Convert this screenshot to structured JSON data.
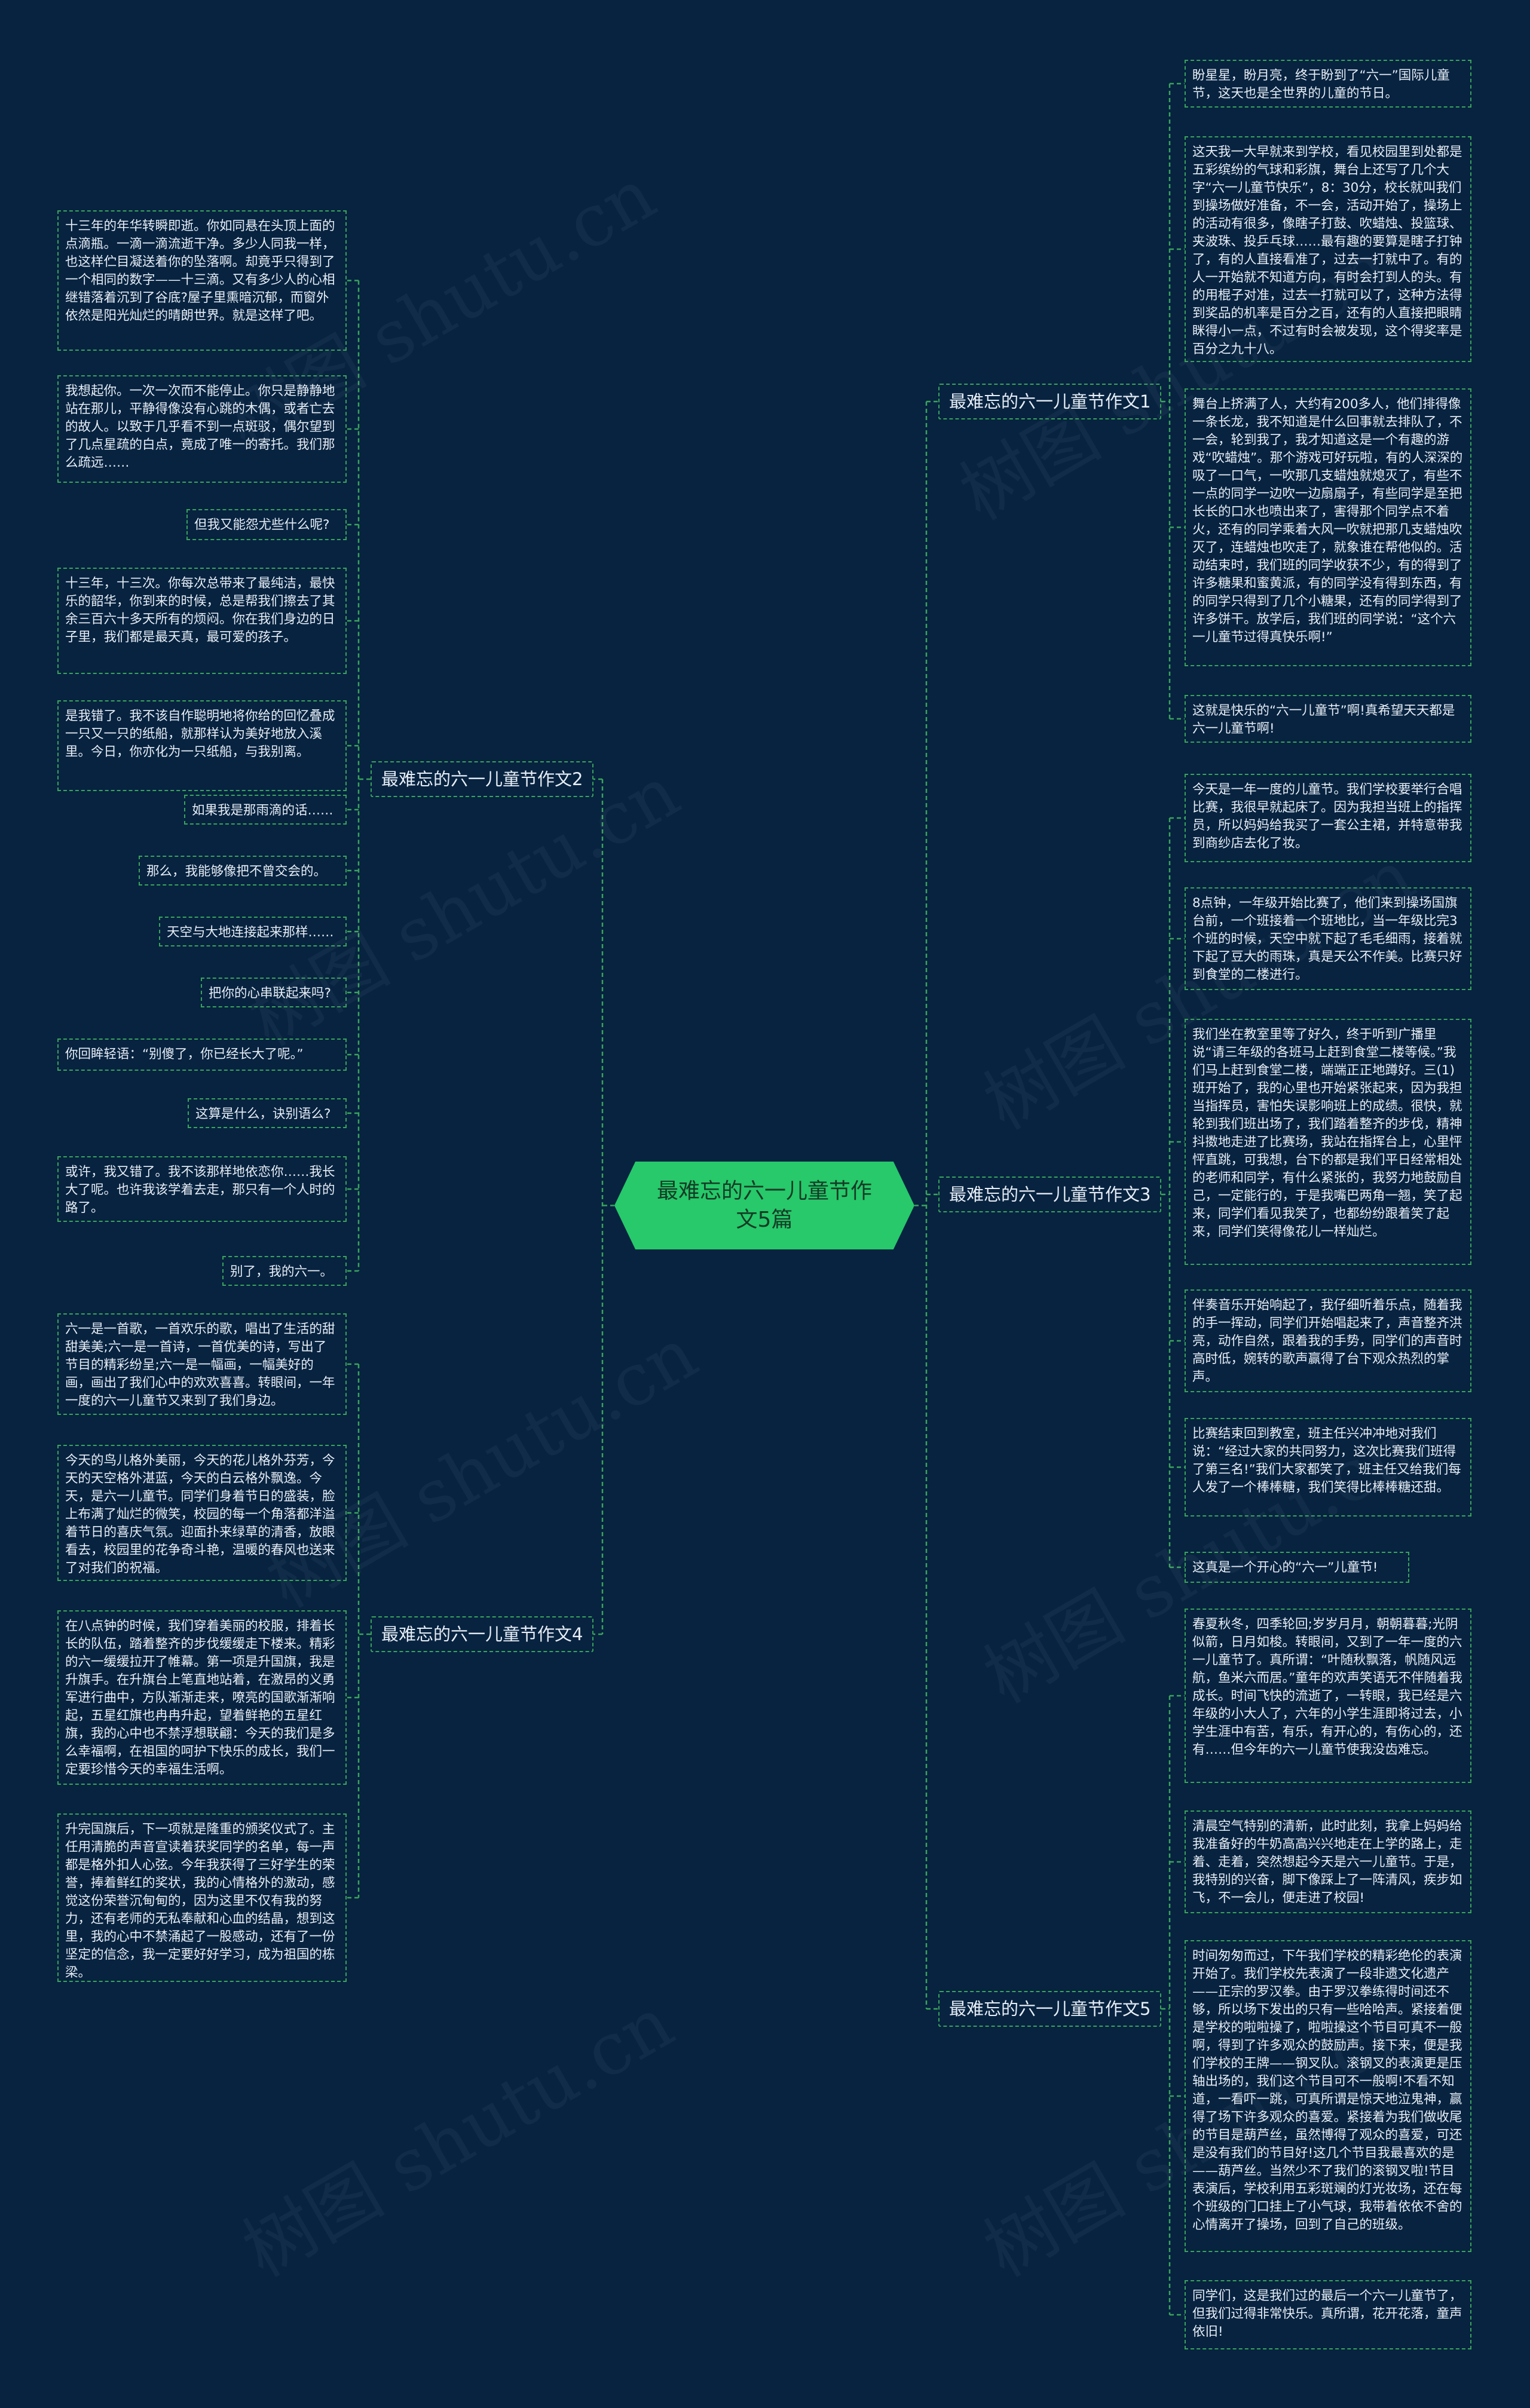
{
  "root": "最难忘的六一儿童节作文5篇",
  "watermark": "树图 shutu.cn",
  "branches": {
    "b1": {
      "title": "最难忘的六一儿童节作文1",
      "nodes": [
        "盼星星，盼月亮，终于盼到了“六一”国际儿童节，这天也是全世界的儿童的节日。",
        "这天我一大早就来到学校，看见校园里到处都是五彩缤纷的气球和彩旗，舞台上还写了几个大字“六一儿童节快乐”，8：30分，校长就叫我们到操场做好准备，不一会，活动开始了，操场上的活动有很多，像瞎子打鼓、吹蜡烛、投篮球、夹波珠、投乒乓球……最有趣的要算是瞎子打钟了，有的人直接看准了，过去一打就中了。有的人一开始就不知道方向，有时会打到人的头。有的用棍子对准，过去一打就可以了，这种方法得到奖品的机率是百分之百，还有的人直接把眼睛眯得小一点，不过有时会被发现，这个得奖率是百分之九十八。",
        "舞台上挤满了人，大约有200多人，他们排得像一条长龙，我不知道是什么回事就去排队了，不一会，轮到我了，我才知道这是一个有趣的游戏“吹蜡烛”。那个游戏可好玩啦，有的人深深的吸了一口气，一吹那几支蜡烛就熄灭了，有些不一点的同学一边吹一边扇扇子，有些同学是至把长长的口水也喷出来了，害得那个同学点不着火，还有的同学乘着大风一吹就把那几支蜡烛吹灭了，连蜡烛也吹走了，就象谁在帮他似的。活动结束时，我们班的同学收获不少，有的得到了许多糖果和蜜黄派，有的同学没有得到东西，有的同学只得到了几个小糖果，还有的同学得到了许多饼干。放学后，我们班的同学说：“这个六一儿童节过得真快乐啊!”",
        "这就是快乐的“六一儿童节”啊!真希望天天都是六一儿童节啊!"
      ]
    },
    "b2": {
      "title": "最难忘的六一儿童节作文2",
      "nodes": [
        "十三年的年华转瞬即逝。你如同悬在头顶上面的点滴瓶。一滴一滴流逝干净。多少人同我一样，也这样伫目凝送着你的坠落啊。却竟乎只得到了一个相同的数字——十三滴。又有多少人的心相继错落着沉到了谷底?屋子里熏暗沉郁，而窗外依然是阳光灿烂的晴朗世界。就是这样了吧。",
        "我想起你。一次一次而不能停止。你只是静静地站在那儿，平静得像没有心跳的木偶，或者亡去的故人。以致于几乎看不到一点斑驳，偶尔望到了几点星疏的白点，竟成了唯一的寄托。我们那么疏远……",
        "但我又能怨尤些什么呢?",
        "十三年，十三次。你每次总带来了最纯洁，最快乐的韶华，你到来的时候，总是帮我们擦去了其余三百六十多天所有的烦闷。你在我们身边的日子里，我们都是最天真，最可爱的孩子。",
        "是我错了。我不该自作聪明地将你给的回忆叠成一只又一只的纸船，就那样认为美好地放入溪里。今日，你亦化为一只纸船，与我别离。",
        "如果我是那雨滴的话……",
        "那么，我能够像把不曾交会的。",
        "天空与大地连接起来那样……",
        "把你的心串联起来吗?",
        "你回眸轻语：“别傻了，你已经长大了呢。”",
        "这算是什么，诀别语么?",
        "或许，我又错了。我不该那样地依恋你……我长大了呢。也许我该学着去走，那只有一个人时的路了。",
        "别了，我的六一。"
      ]
    },
    "b3": {
      "title": "最难忘的六一儿童节作文3",
      "nodes": [
        "今天是一年一度的儿童节。我们学校要举行合唱比赛，我很早就起床了。因为我担当班上的指挥员，所以妈妈给我买了一套公主裙，并特意带我到商纱店去化了妆。",
        "8点钟，一年级开始比赛了，他们来到操场国旗台前，一个班接着一个班地比，当一年级比完3个班的时候，天空中就下起了毛毛细雨，接着就下起了豆大的雨珠，真是天公不作美。比赛只好到食堂的二楼进行。",
        "我们坐在教室里等了好久，终于听到广播里说“请三年级的各班马上赶到食堂二楼等候。”我们马上赶到食堂二楼，端端正正地蹲好。三(1)班开始了，我的心里也开始紧张起来，因为我担当指挥员，害怕失误影响班上的成绩。很快，就轮到我们班出场了，我们踏着整齐的步伐，精神抖擞地走进了比赛场，我站在指挥台上，心里怦怦直跳，可我想，台下的都是我们平日经常相处的老师和同学，有什么紧张的，我努力地鼓励自己，一定能行的，于是我嘴巴两角一翘，笑了起来，同学们看见我笑了，也都纷纷跟着笑了起来，同学们笑得像花儿一样灿烂。",
        "伴奏音乐开始响起了，我仔细听着乐点，随着我的手一挥动，同学们开始唱起来了，声音整齐洪亮，动作自然，跟着我的手势，同学们的声音时高时低，婉转的歌声赢得了台下观众热烈的掌声。",
        "比赛结束回到教室，班主任兴冲冲地对我们说：“经过大家的共同努力，这次比赛我们班得了第三名!”我们大家都笑了，班主任又给我们每人发了一个棒棒糖，我们笑得比棒棒糖还甜。",
        "这真是一个开心的“六一”儿童节!"
      ]
    },
    "b4": {
      "title": "最难忘的六一儿童节作文4",
      "nodes": [
        "六一是一首歌，一首欢乐的歌，唱出了生活的甜甜美美;六一是一首诗，一首优美的诗，写出了节目的精彩纷呈;六一是一幅画，一幅美好的画，画出了我们心中的欢欢喜喜。转眼间，一年一度的六一儿童节又来到了我们身边。",
        "今天的鸟儿格外美丽，今天的花儿格外芬芳，今天的天空格外湛蓝，今天的白云格外飘逸。今天，是六一儿童节。同学们身着节日的盛装，脸上布满了灿烂的微笑，校园的每一个角落都洋溢着节日的喜庆气氛。迎面扑来绿草的清香，放眼看去，校园里的花争奇斗艳，温暖的春风也送来了对我们的祝福。",
        "在八点钟的时候，我们穿着美丽的校服，排着长长的队伍，踏着整齐的步伐缓缓走下楼来。精彩的六一缓缓拉开了帷幕。第一项是升国旗，我是升旗手。在升旗台上笔直地站着，在激昂的义勇军进行曲中，方队渐渐走来，嘹亮的国歌渐渐响起，五星红旗也冉冉升起，望着鲜艳的五星红旗，我的心中也不禁浮想联翩：今天的我们是多么幸福啊，在祖国的呵护下快乐的成长，我们一定要珍惜今天的幸福生活啊。",
        "升完国旗后，下一项就是隆重的颁奖仪式了。主任用清脆的声音宣读着获奖同学的名单，每一声都是格外扣人心弦。今年我获得了三好学生的荣誉，捧着鲜红的奖状，我的心情格外的激动，感觉这份荣誉沉甸甸的，因为这里不仅有我的努力，还有老师的无私奉献和心血的结晶，想到这里，我的心中不禁涌起了一股感动，还有了一份坚定的信念，我一定要好好学习，成为祖国的栋梁。"
      ]
    },
    "b5": {
      "title": "最难忘的六一儿童节作文5",
      "nodes": [
        "春夏秋冬，四季轮回;岁岁月月，朝朝暮暮;光阴似箭，日月如梭。转眼间，又到了一年一度的六一儿童节了。真所谓：“叶随秋飘落，帆随风远航，鱼米六而居。”童年的欢声笑语无不伴随着我成长。时间飞快的流逝了，一转眼，我已经是六年级的小大人了，六年的小学生涯即将过去，小学生涯中有苦，有乐，有开心的，有伤心的，还有……但今年的六一儿童节使我没齿难忘。",
        "清晨空气特别的清新，此时此刻，我拿上妈妈给我准备好的牛奶高高兴兴地走在上学的路上，走着、走着，突然想起今天是六一儿童节。于是，我特别的兴奋，脚下像踩上了一阵清风，疾步如飞，不一会儿，便走进了校园!",
        "时间匆匆而过，下午我们学校的精彩绝伦的表演开始了。我们学校先表演了一段非遗文化遗产——正宗的罗汉拳。由于罗汉拳练得时间还不够，所以场下发出的只有一些哈哈声。紧接着便是学校的啦啦操了，啦啦操这个节目可真不一般啊，得到了许多观众的鼓励声。接下来，便是我们学校的王牌——钢叉队。滚钢叉的表演更是压轴出场的，我们这个节目可不一般啊!不看不知道，一看吓一跳，可真所谓是惊天地泣鬼神，赢得了场下许多观众的喜爱。紧接着为我们做收尾的节目是葫芦丝，虽然博得了观众的喜爱，可还是没有我们的节目好!这几个节目我最喜欢的是——葫芦丝。当然少不了我们的滚钢叉啦!节目表演后，学校利用五彩斑斓的灯光妆场，还在每个班级的门口挂上了小气球，我带着依依不舍的心情离开了操场，回到了自己的班级。",
        "同学们，这是我们过的最后一个六一儿童节了，但我们过得非常快乐。真所谓，花开花落，童声依旧!"
      ]
    }
  }
}
